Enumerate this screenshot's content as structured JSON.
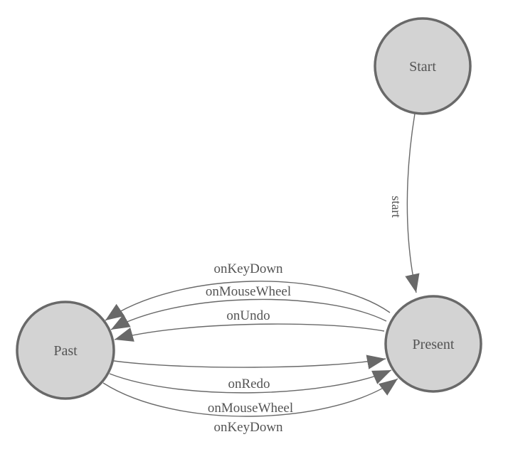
{
  "diagram": {
    "type": "state-machine",
    "background": "#ffffff",
    "colors": {
      "node_fill": "#d3d3d3",
      "node_border": "#696969",
      "edge_stroke": "#696969",
      "arrow_fill": "#696969",
      "label_text": "#545454"
    },
    "nodes": [
      {
        "id": "start",
        "label": "Start"
      },
      {
        "id": "present",
        "label": "Present"
      },
      {
        "id": "past",
        "label": "Past"
      }
    ],
    "edges": [
      {
        "from": "start",
        "to": "present",
        "label": "start"
      },
      {
        "from": "present",
        "to": "past",
        "label": "onKeyDown"
      },
      {
        "from": "present",
        "to": "past",
        "label": "onMouseWheel"
      },
      {
        "from": "present",
        "to": "past",
        "label": "onUndo"
      },
      {
        "from": "past",
        "to": "present",
        "label": "onRedo"
      },
      {
        "from": "past",
        "to": "present",
        "label": "onMouseWheel"
      },
      {
        "from": "past",
        "to": "present",
        "label": "onKeyDown"
      }
    ]
  }
}
